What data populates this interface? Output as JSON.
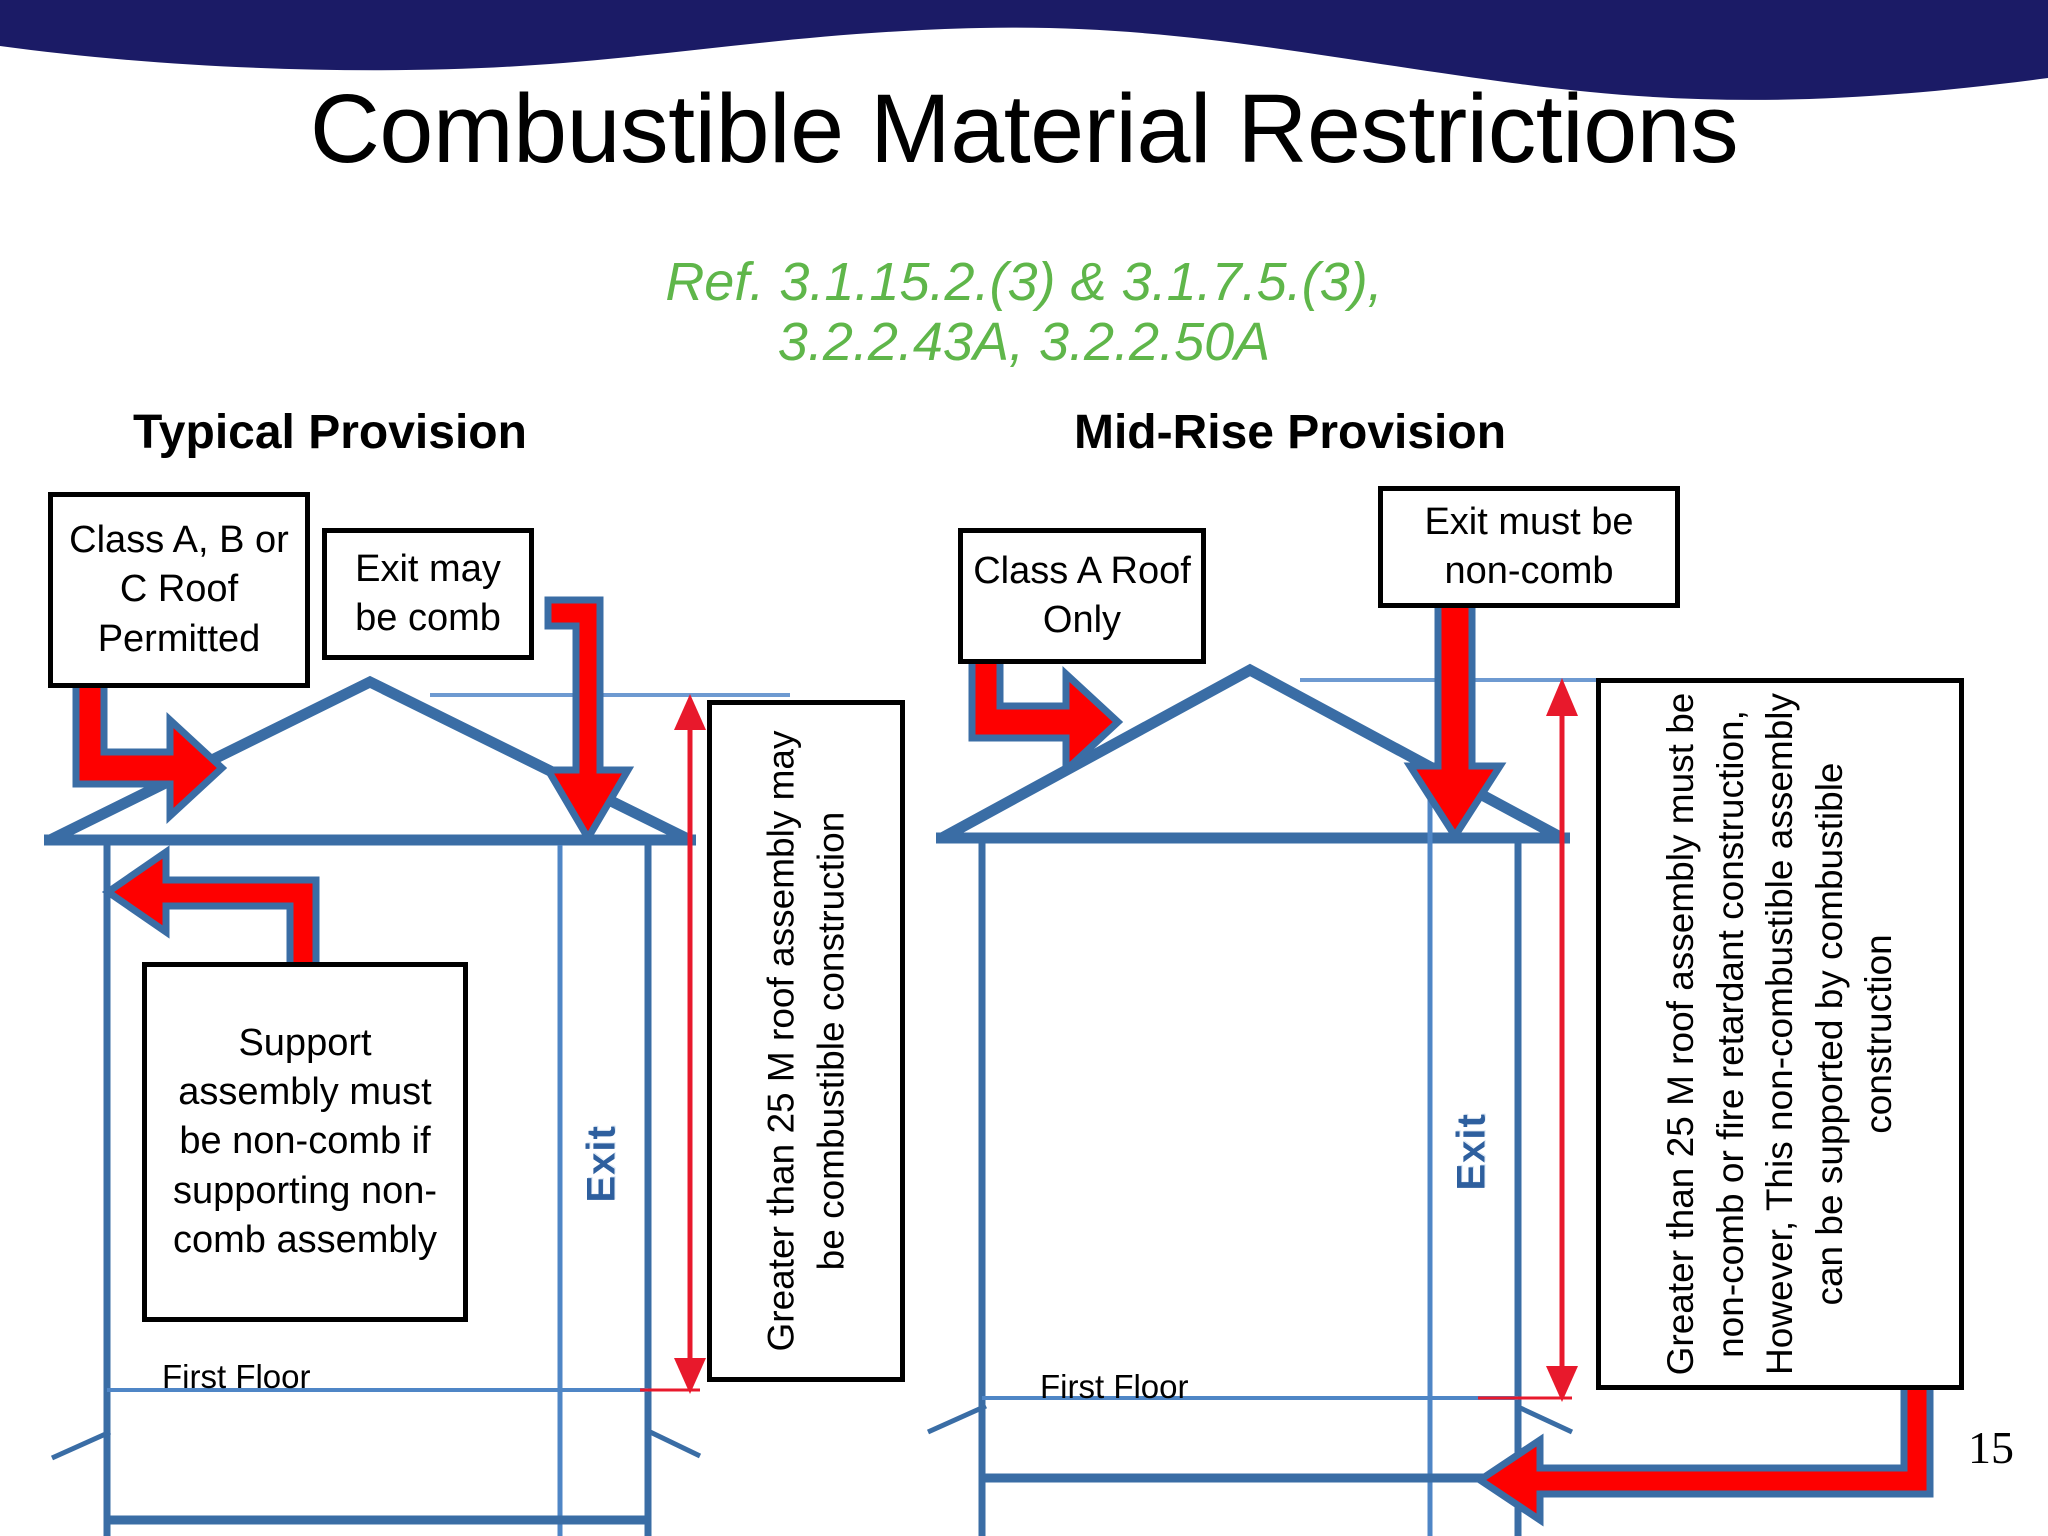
{
  "slide": {
    "title": "Combustible Material Restrictions",
    "subtitle_line1": "Ref. 3.1.15.2.(3) & 3.1.7.5.(3),",
    "subtitle_line2": "3.2.2.43A, 3.2.2.50A",
    "page_number": "15",
    "colors": {
      "banner_navy": "#1b1b66",
      "subtitle_green": "#5fb64a",
      "building_blue": "#3a6da5",
      "arrow_red": "#fe0000",
      "arrow_outline_blue": "#3a6da5",
      "dimension_red": "#e8192c",
      "exit_label_blue": "#2e5f9e",
      "box_border": "#000000",
      "background": "#ffffff"
    }
  },
  "left_panel": {
    "heading": "Typical Provision",
    "roof_box": "Class A, B or C Roof Permitted",
    "exit_box": "Exit may be comb",
    "support_box": "Support assembly must be non-comb if supporting non-comb assembly",
    "dimension_box": "Greater than 25 M roof assembly may be combustible construction",
    "exit_label": "Exit",
    "floor_label": "First Floor"
  },
  "right_panel": {
    "heading": "Mid-Rise Provision",
    "roof_box": "Class A Roof Only",
    "exit_box": "Exit must be non-comb",
    "dimension_box": "Greater than 25 M roof assembly must be non-comb  or fire retardant construction, However, This non-combustible assembly can be supported by combustible construction",
    "exit_label": "Exit",
    "floor_label": "First Floor"
  }
}
